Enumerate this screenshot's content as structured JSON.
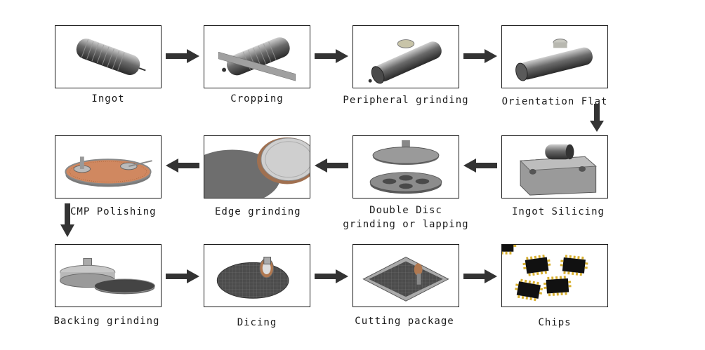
{
  "steps": [
    {
      "id": "ingot",
      "label": "Ingot"
    },
    {
      "id": "cropping",
      "label": "Cropping"
    },
    {
      "id": "peripheral",
      "label": "Peripheral grinding"
    },
    {
      "id": "orientation",
      "label": "Orientation Flat"
    },
    {
      "id": "slicing",
      "label": "Ingot Silicing"
    },
    {
      "id": "double_disc",
      "label": "Double Disc grinding or lapping",
      "label_line1": "Double Disc",
      "label_line2": "grinding or lapping"
    },
    {
      "id": "edge",
      "label": "Edge grinding"
    },
    {
      "id": "cmp",
      "label": "CMP Polishing"
    },
    {
      "id": "backing",
      "label": "Backing grinding"
    },
    {
      "id": "dicing",
      "label": "Dicing"
    },
    {
      "id": "cutting",
      "label": "Cutting package"
    },
    {
      "id": "chips",
      "label": "Chips"
    }
  ],
  "colors": {
    "frame": "#1a1a1a",
    "arrow": "#333333",
    "metal": "#8a8a8a",
    "wafer": "#5a5a5a",
    "copper": "#b8703a",
    "gold": "#d8b030"
  }
}
